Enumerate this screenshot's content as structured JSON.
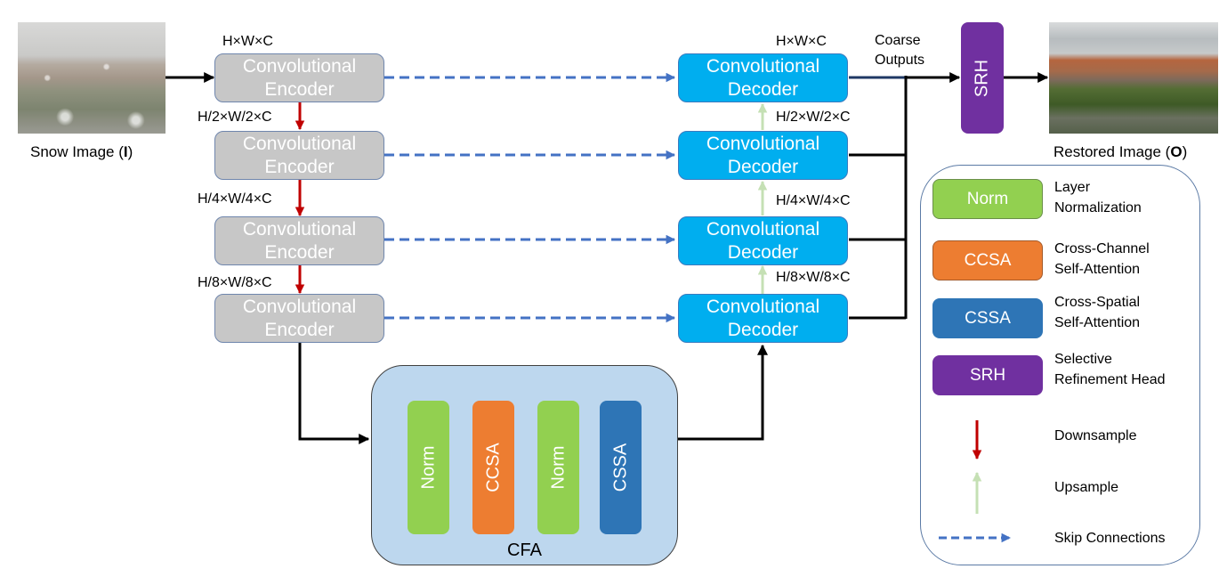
{
  "input": {
    "caption_prefix": "Snow Image (",
    "caption_symbol": "I",
    "caption_suffix": ")"
  },
  "output": {
    "caption_prefix": "Restored Image (",
    "caption_symbol": "O",
    "caption_suffix": ")"
  },
  "encoders": [
    {
      "line1": "Convolutional",
      "line2": "Encoder",
      "dim_label": "H×W×C"
    },
    {
      "line1": "Convolutional",
      "line2": "Encoder",
      "dim_label": "H/2×W/2×C"
    },
    {
      "line1": "Convolutional",
      "line2": "Encoder",
      "dim_label": "H/4×W/4×C"
    },
    {
      "line1": "Convolutional",
      "line2": "Encoder",
      "dim_label": "H/8×W/8×C"
    }
  ],
  "decoders": [
    {
      "line1": "Convolutional",
      "line2": "Decoder",
      "dim_label": "H×W×C"
    },
    {
      "line1": "Convolutional",
      "line2": "Decoder",
      "dim_label": "H/2×W/2×C"
    },
    {
      "line1": "Convolutional",
      "line2": "Decoder",
      "dim_label": "H/4×W/4×C"
    },
    {
      "line1": "Convolutional",
      "line2": "Decoder",
      "dim_label": "H/8×W/8×C"
    }
  ],
  "coarse_outputs": {
    "line1": "Coarse",
    "line2": "Outputs"
  },
  "srh": {
    "label": "SRH",
    "color": "#7030a0"
  },
  "cfa": {
    "title": "CFA",
    "blocks": [
      {
        "label": "Norm",
        "color": "#92d050"
      },
      {
        "label": "CCSA",
        "color": "#ed7d31"
      },
      {
        "label": "Norm",
        "color": "#92d050"
      },
      {
        "label": "CSSA",
        "color": "#2e75b6"
      }
    ]
  },
  "legend": {
    "blocks": [
      {
        "label": "Norm",
        "desc1": "Layer",
        "desc2": "Normalization",
        "color": "#92d050"
      },
      {
        "label": "CCSA",
        "desc1": "Cross-Channel",
        "desc2": "Self-Attention",
        "color": "#ed7d31"
      },
      {
        "label": "CSSA",
        "desc1": "Cross-Spatial",
        "desc2": "Self-Attention",
        "color": "#2e75b6"
      },
      {
        "label": "SRH",
        "desc1": "Selective",
        "desc2": "Refinement Head",
        "color": "#7030a0"
      }
    ],
    "arrows": [
      {
        "kind": "downsample",
        "label": "Downsample",
        "color": "#c00000"
      },
      {
        "kind": "upsample",
        "label": "Upsample",
        "color": "#c5e0b4"
      },
      {
        "kind": "skip",
        "label": "Skip Connections",
        "color": "#4472c4"
      }
    ]
  },
  "colors": {
    "encoder_fill": "#c7c7c7",
    "decoder_fill": "#00aeef",
    "cfa_fill": "#bdd7ee"
  }
}
